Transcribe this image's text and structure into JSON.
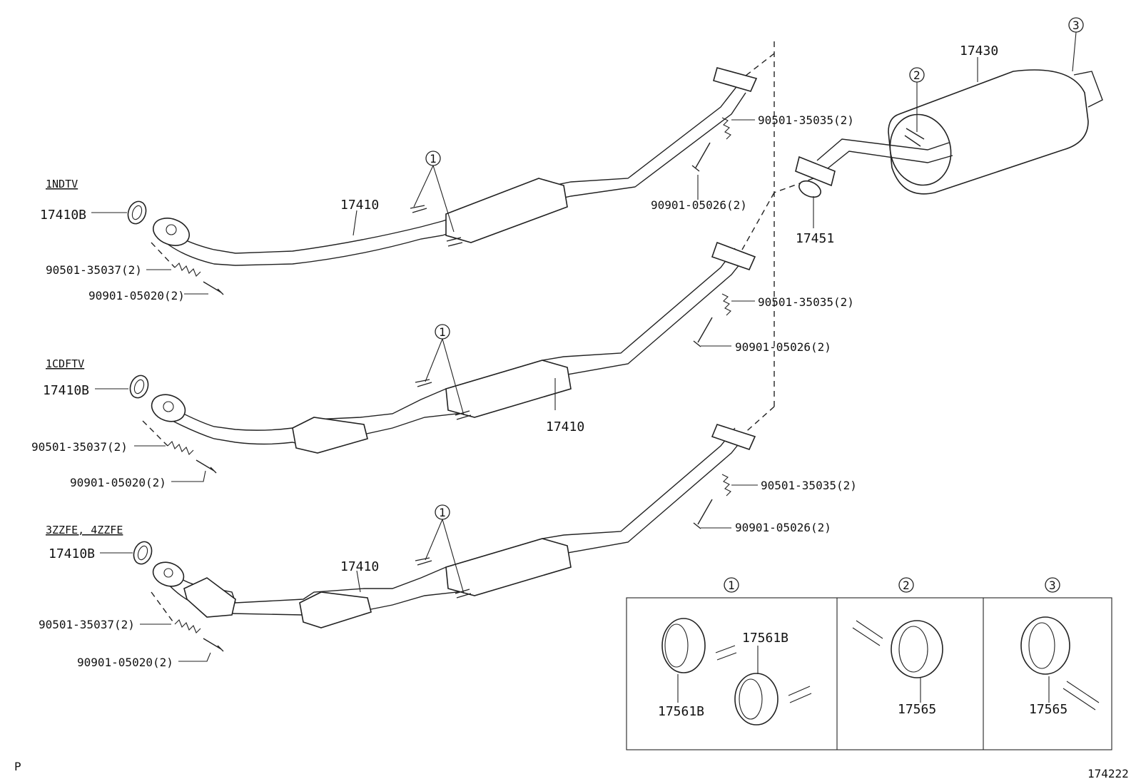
{
  "labels": {
    "engine_1": "1NDTV",
    "engine_2": "1CDFTV",
    "engine_3": "3ZZFE, 4ZZFE",
    "gasket_1": "17410B",
    "gasket_2": "17410B",
    "gasket_3": "17410B",
    "pipe_1": "17410",
    "pipe_2": "17410",
    "pipe_3": "17410",
    "spring_front_1": "90501-35037(2)",
    "spring_front_2": "90501-35037(2)",
    "spring_front_3": "90501-35037(2)",
    "bolt_front_1": "90901-05020(2)",
    "bolt_front_2": "90901-05020(2)",
    "bolt_front_3": "90901-05020(2)",
    "spring_rear_1": "90501-35035(2)",
    "spring_rear_2": "90501-35035(2)",
    "spring_rear_3": "90501-35035(2)",
    "bolt_rear_1": "90901-05026(2)",
    "bolt_rear_2": "90901-05026(2)",
    "bolt_rear_3": "90901-05026(2)",
    "muffler": "17430",
    "rear_gasket": "17451",
    "hanger_a": "17561B",
    "hanger_b": "17561B",
    "hanger_c": "17565",
    "hanger_d": "17565",
    "callout_1": "1",
    "callout_2": "2",
    "callout_3": "3",
    "corner_left": "P",
    "figure_number": "174222"
  }
}
